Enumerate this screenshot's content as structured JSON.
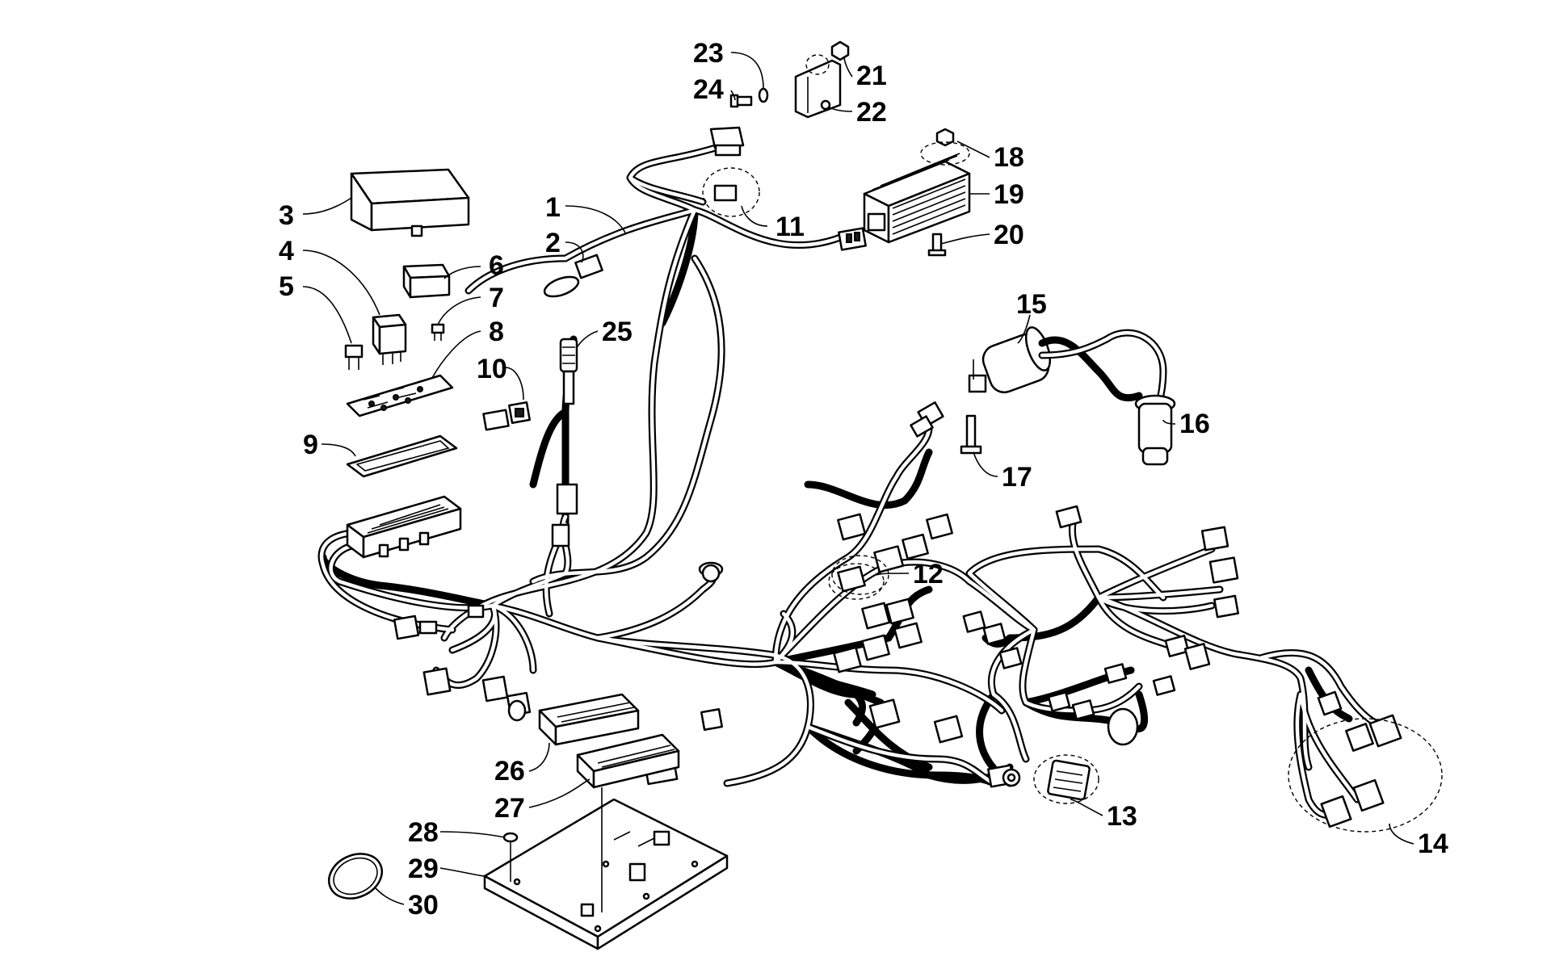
{
  "callouts": [
    {
      "id": "1",
      "label": "1"
    },
    {
      "id": "2",
      "label": "2"
    },
    {
      "id": "3",
      "label": "3"
    },
    {
      "id": "4",
      "label": "4"
    },
    {
      "id": "5",
      "label": "5"
    },
    {
      "id": "6",
      "label": "6"
    },
    {
      "id": "7",
      "label": "7"
    },
    {
      "id": "8",
      "label": "8"
    },
    {
      "id": "9",
      "label": "9"
    },
    {
      "id": "10",
      "label": "10"
    },
    {
      "id": "11",
      "label": "11"
    },
    {
      "id": "12",
      "label": "12"
    },
    {
      "id": "13",
      "label": "13"
    },
    {
      "id": "14",
      "label": "14"
    },
    {
      "id": "15",
      "label": "15"
    },
    {
      "id": "16",
      "label": "16"
    },
    {
      "id": "17",
      "label": "17"
    },
    {
      "id": "18",
      "label": "18"
    },
    {
      "id": "19",
      "label": "19"
    },
    {
      "id": "20",
      "label": "20"
    },
    {
      "id": "21",
      "label": "21"
    },
    {
      "id": "22",
      "label": "22"
    },
    {
      "id": "23",
      "label": "23"
    },
    {
      "id": "24",
      "label": "24"
    },
    {
      "id": "25",
      "label": "25"
    },
    {
      "id": "26",
      "label": "26"
    },
    {
      "id": "27",
      "label": "27"
    },
    {
      "id": "28",
      "label": "28"
    },
    {
      "id": "29",
      "label": "29"
    },
    {
      "id": "30",
      "label": "30"
    }
  ],
  "colors": {
    "line": "#000000",
    "background": "#ffffff"
  }
}
